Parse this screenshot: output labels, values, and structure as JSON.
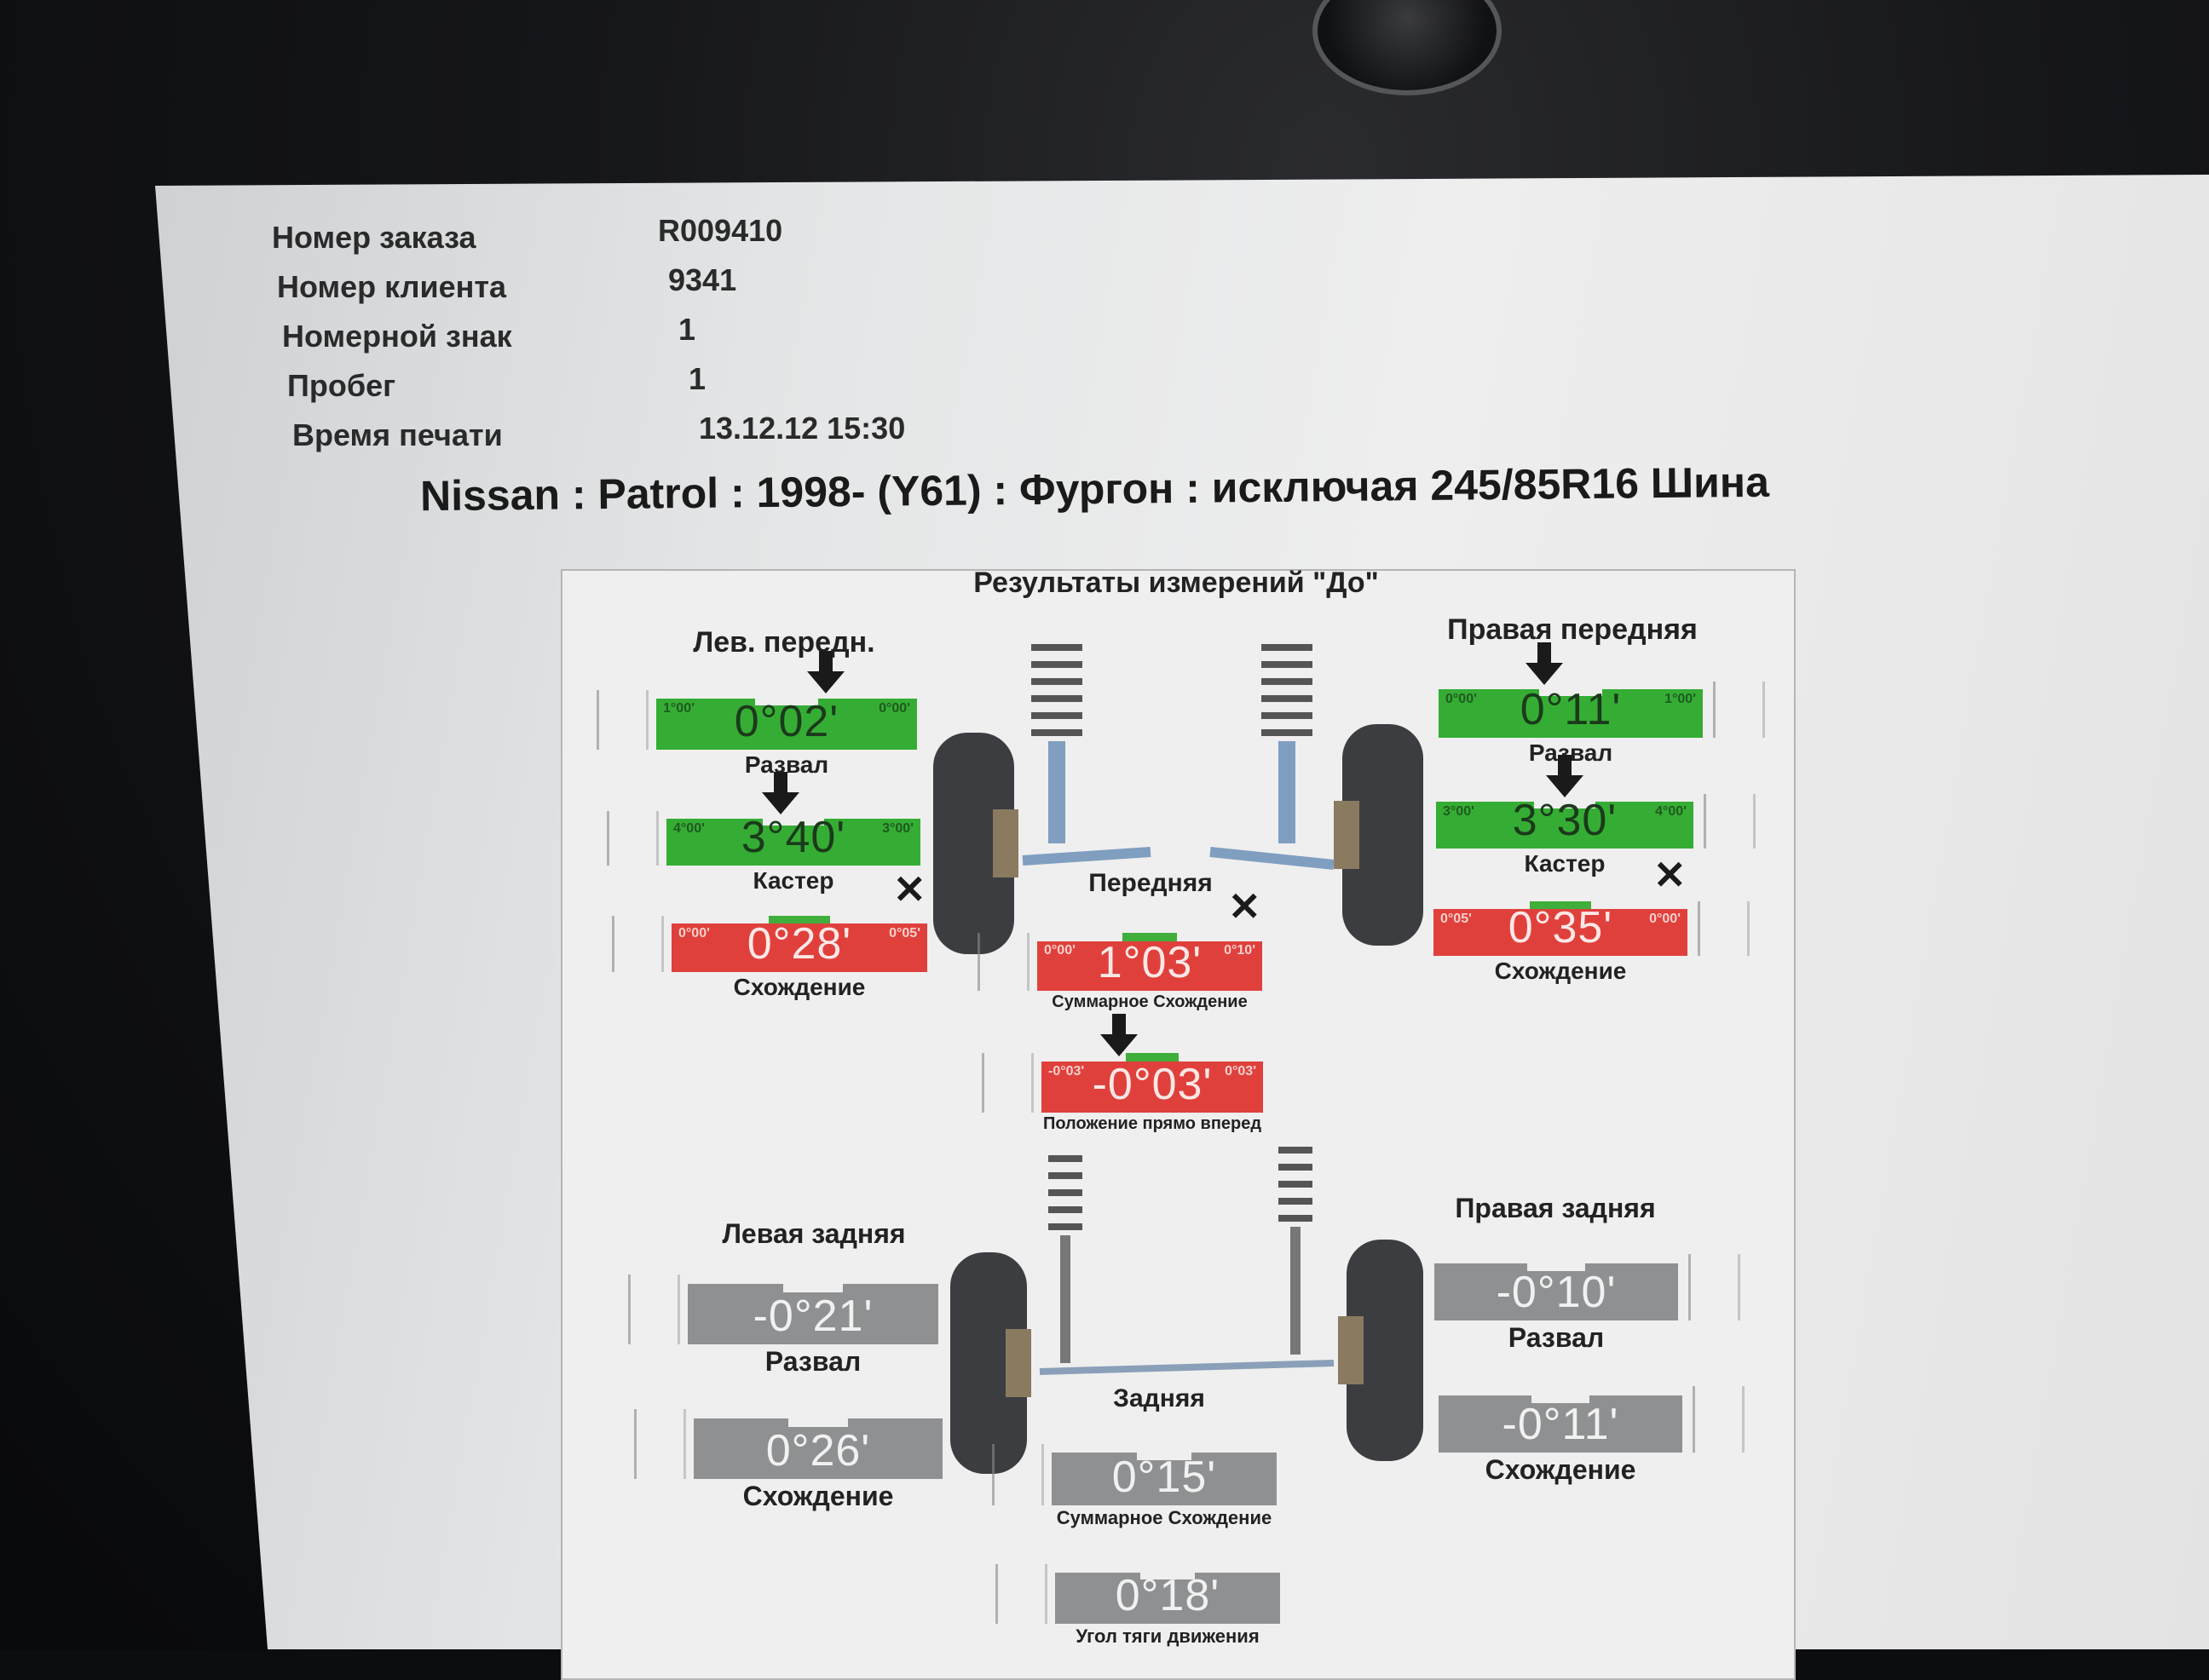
{
  "header": {
    "fields": [
      {
        "label": "Номер заказа",
        "value": "R009410"
      },
      {
        "label": "Номер клиента",
        "value": "9341"
      },
      {
        "label": "Номерной знак",
        "value": "1"
      },
      {
        "label": "Пробег",
        "value": "1"
      },
      {
        "label": "Время печати",
        "value": "13.12.12 15:30"
      }
    ],
    "vehicle": "Nissan : Patrol : 1998-   (Y61) : Фургон : исключая 245/85R16 Шина"
  },
  "diagram": {
    "title": "Результаты измерений \"До\"",
    "sections": {
      "left_front": "Лев. передн.",
      "right_front": "Правая передняя",
      "front_axle": "Передняя",
      "left_rear": "Левая задняя",
      "right_rear": "Правая задняя",
      "rear_axle": "Задняя"
    },
    "gauges": [
      {
        "id": "lf-camber",
        "label": "Развал",
        "value": "0°02'",
        "status": "green",
        "min": "1°00'",
        "max": "0°00'"
      },
      {
        "id": "lf-caster",
        "label": "Кастер",
        "value": "3°40'",
        "status": "green",
        "min": "4°00'",
        "max": "3°00'"
      },
      {
        "id": "lf-toe",
        "label": "Схождение",
        "value": "0°28'",
        "status": "red",
        "min": "0°00'",
        "max": "0°05'"
      },
      {
        "id": "front-total-toe",
        "label": "Суммарное Схождение",
        "value": "1°03'",
        "status": "red",
        "min": "0°00'",
        "max": "0°10'"
      },
      {
        "id": "straight-ahead",
        "label": "Положение прямо вперед",
        "value": "-0°03'",
        "status": "red",
        "min": "-0°03'",
        "max": "0°03'"
      },
      {
        "id": "rf-camber",
        "label": "Развал",
        "value": "0°11'",
        "status": "green",
        "min": "0°00'",
        "max": "1°00'"
      },
      {
        "id": "rf-caster",
        "label": "Кастер",
        "value": "3°30'",
        "status": "green",
        "min": "3°00'",
        "max": "4°00'"
      },
      {
        "id": "rf-toe",
        "label": "Схождение",
        "value": "0°35'",
        "status": "red",
        "min": "0°05'",
        "max": "0°00'"
      },
      {
        "id": "lr-camber",
        "label": "Развал",
        "value": "-0°21'",
        "status": "gray",
        "min": "",
        "max": ""
      },
      {
        "id": "lr-toe",
        "label": "Схождение",
        "value": "0°26'",
        "status": "gray",
        "min": "",
        "max": ""
      },
      {
        "id": "rear-total-toe",
        "label": "Суммарное Схождение",
        "value": "0°15'",
        "status": "gray",
        "min": "",
        "max": ""
      },
      {
        "id": "thrust-angle",
        "label": "Угол тяги движения",
        "value": "0°18'",
        "status": "gray",
        "min": "",
        "max": ""
      },
      {
        "id": "rr-camber",
        "label": "Развал",
        "value": "-0°10'",
        "status": "gray",
        "min": "",
        "max": ""
      },
      {
        "id": "rr-toe",
        "label": "Схождение",
        "value": "-0°11'",
        "status": "gray",
        "min": "",
        "max": ""
      }
    ]
  }
}
